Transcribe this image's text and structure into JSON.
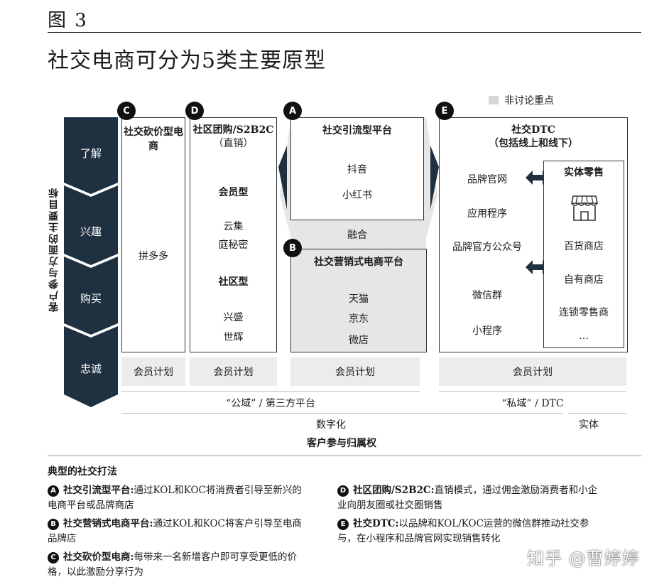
{
  "figure_label": "图 3",
  "title": "社交电商可分为5类主要原型",
  "legend": "非讨论重点",
  "vertical_label": "客户参与方面的主要目标",
  "funnel": [
    "了解",
    "兴趣",
    "购买",
    "忠诚"
  ],
  "col_c": {
    "letter": "C",
    "title": "社交砍价型电商",
    "item": "拼多多",
    "member": "会员计划"
  },
  "col_d": {
    "letter": "D",
    "title": "社区团购/S2B2C",
    "title_note": "（直销）",
    "section1": "会员型",
    "items1": [
      "云集",
      "庭秘密"
    ],
    "section2": "社区型",
    "items2": [
      "兴盛",
      "世辉"
    ],
    "member": "会员计划"
  },
  "col_a": {
    "letter": "A",
    "title": "社交引流型平台",
    "items": [
      "抖音",
      "小红书"
    ]
  },
  "merge_label": "融合",
  "col_b": {
    "letter": "B",
    "title": "社交营销式电商平台",
    "items": [
      "天猫",
      "京东",
      "微店"
    ],
    "member": "会员计划"
  },
  "col_e": {
    "letter": "E",
    "title": "社交DTC",
    "subtitle": "（包括线上和线下）",
    "items": [
      "品牌官网",
      "应用程序",
      "品牌官方公众号",
      "微信群",
      "小程序"
    ],
    "retail_title": "实体零售",
    "retail_items": [
      "百货商店",
      "自有商店",
      "连锁零售商",
      "…"
    ],
    "member": "会员计划"
  },
  "captions": {
    "public": "“公域” / 第三方平台",
    "private": "“私域” / DTC",
    "digital": "数字化",
    "physical": "实体",
    "bottom": "客户参与归属权"
  },
  "typical": {
    "heading": "典型的社交打法",
    "items": [
      {
        "letter": "A",
        "name": "社交引流型平台:",
        "text": "通过KOL和KOC将消费者引导至新兴的电商平台或品牌商店"
      },
      {
        "letter": "B",
        "name": "社交营销式电商平台:",
        "text": "通过KOL和KOC将客户引导至电商品牌店"
      },
      {
        "letter": "C",
        "name": "社交砍价型电商:",
        "text": "每带来一名新增客户即可享受更低的价格，以此激励分享行为"
      },
      {
        "letter": "D",
        "name": "社区团购/S2B2C:",
        "text": "直销模式，通过佣金激励消费者和小企业向朋友圈或社交圈销售"
      },
      {
        "letter": "E",
        "name": "社交DTC:",
        "text": "以品牌和KOL/KOC运营的微信群推动社交参与，在小程序和品牌官网实现销售转化"
      }
    ]
  },
  "watermark": "知乎 @曹婷婷"
}
